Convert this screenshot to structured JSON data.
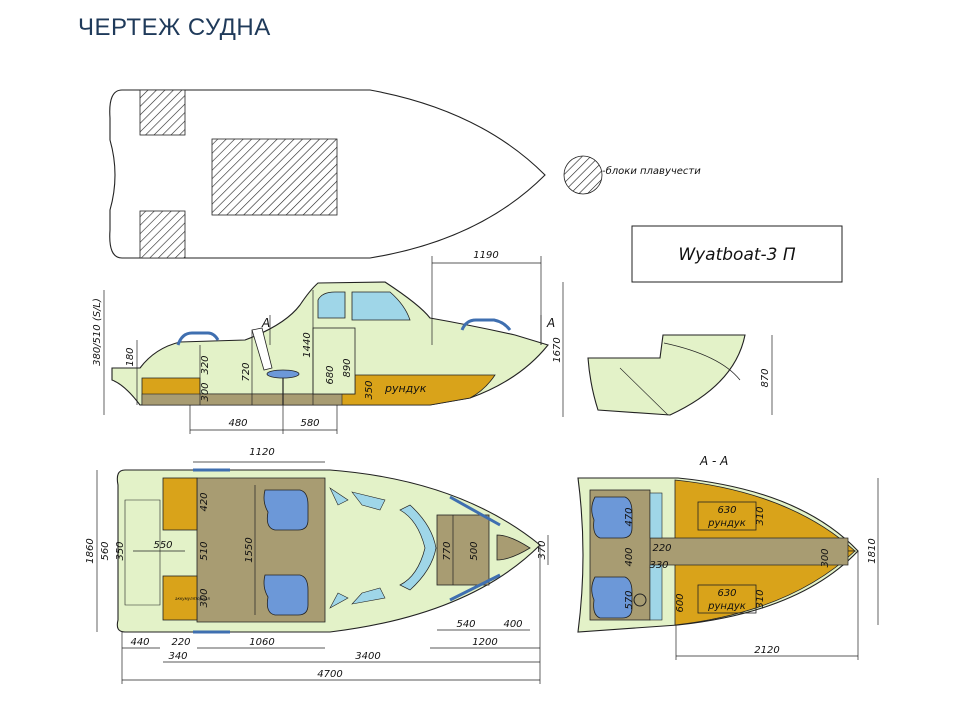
{
  "title": "ЧЕРТЕЖ СУДНА",
  "legend": {
    "label": "-блоки плавучести"
  },
  "model": "Wyatboat-3 П",
  "section_label": "А - А",
  "section_marks": [
    "А",
    "А"
  ],
  "storage_label": "рундук",
  "colors": {
    "hull": "#e3f2c8",
    "deck": "#a89c72",
    "storage": "#d9a31a",
    "seat": "#6c98d8",
    "glass": "#9fd6e8",
    "title": "#1f3a5a"
  },
  "side_view": {
    "dims": {
      "top_length": "1190",
      "height_total": "1670",
      "freeboard_label": "380/510 (S/L)",
      "transom": "180",
      "seat_base": "320",
      "seat_floor": "300",
      "seat_height": "720",
      "console_height": "1440",
      "console_lower": "680",
      "console_upper": "890",
      "storage_height": "350",
      "seat_to_post": "480",
      "post_to_console": "580"
    },
    "storage_label": "рундук"
  },
  "section_view": {
    "height": "870"
  },
  "plan_view": {
    "dims": {
      "cockpit_length": "1120",
      "beam": "1860",
      "inner_beam": "560",
      "platform": "350",
      "platform_length": "550",
      "seat_top": "420",
      "seat_mid": "510",
      "seat_bot": "300",
      "cockpit_width": "1550",
      "console_length": "770",
      "console_width": "500",
      "bow_locker": "370",
      "bow_locker_length": "540",
      "bow_tip": "400",
      "bow_section": "1200",
      "stern": "440",
      "stern_gap": "220",
      "stern_offset": "340",
      "cockpit_floor": "1060",
      "hull_length": "3400",
      "total_length": "4700"
    },
    "small_label": "аккумуляторная"
  },
  "section_a": {
    "dims": {
      "seat_top": "470",
      "seat_mid": "400",
      "seat_bot": "570",
      "gap_220": "220",
      "gap_330": "330",
      "storage_w": "630",
      "storage_h": "310",
      "center_width": "300",
      "side_600": "600",
      "beam": "1810",
      "length": "2120"
    },
    "storage_label": "рундук"
  }
}
